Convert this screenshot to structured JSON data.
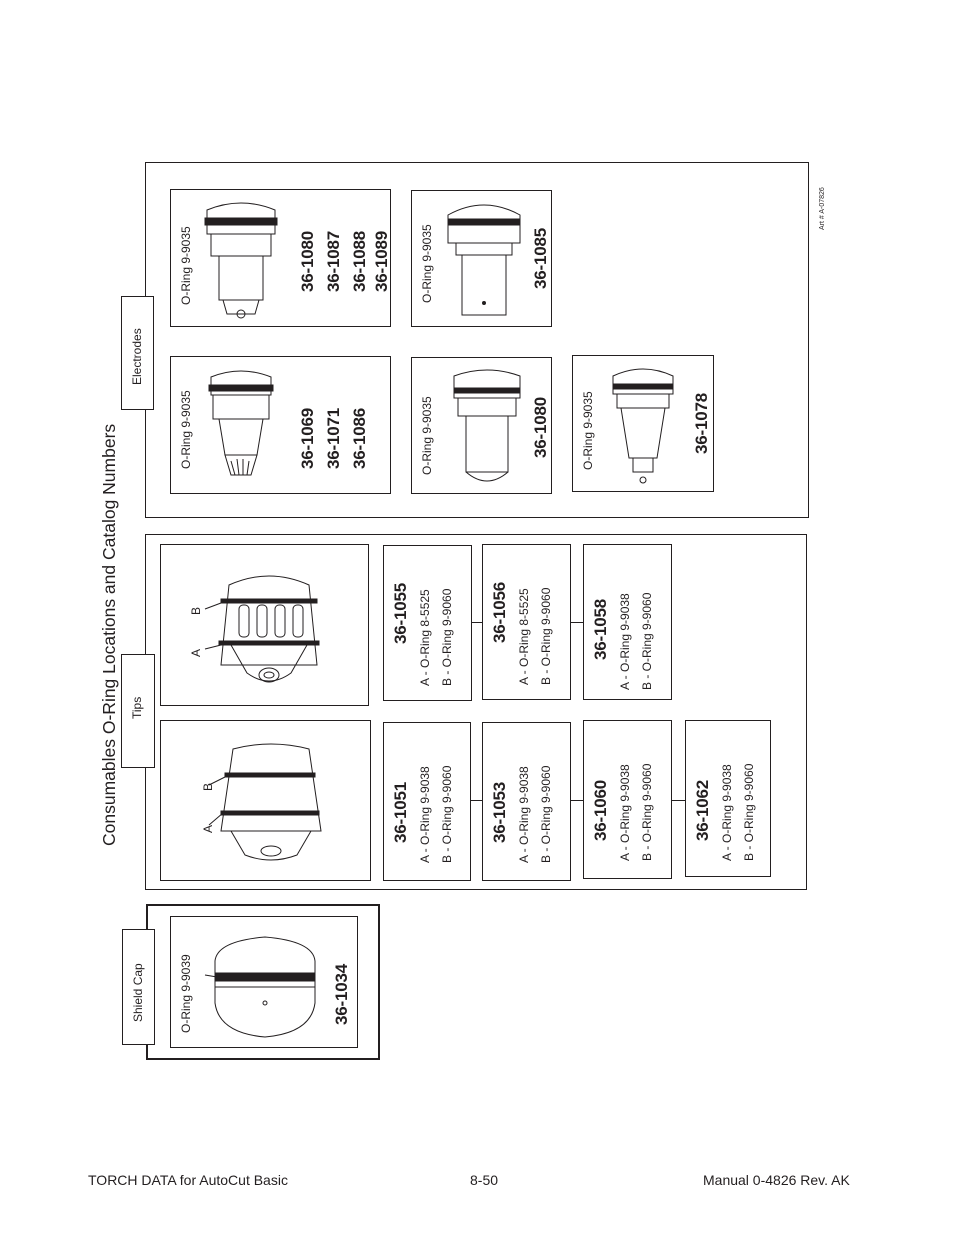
{
  "page": {
    "title": "Consumables O-Ring Locations and Catalog Numbers",
    "art_number": "Art # A-07826"
  },
  "sections": {
    "shield_cap": "Shield Cap",
    "tips": "Tips",
    "electrodes": "Electrodes"
  },
  "shield_cap": {
    "oring": "O-Ring  9-9039",
    "part": "36-1034"
  },
  "tips": {
    "labels": {
      "a": "A",
      "b": "B"
    },
    "left_column": [
      {
        "part": "36-1051",
        "a": "A - O-Ring  9-9038",
        "b": "B - O-Ring  9-9060"
      },
      {
        "part": "36-1053",
        "a": "A - O-Ring 9-9038",
        "b": "B - O-Ring 9-9060"
      },
      {
        "part": "36-1060",
        "a": "A - O-Ring  9-9038",
        "b": "B - O-Ring  9-9060"
      },
      {
        "part": "36-1062",
        "a": "A - O-Ring  9-9038",
        "b": "B - O-Ring  9-9060"
      }
    ],
    "right_column": [
      {
        "part": "36-1055",
        "a": "A - O-Ring  8-5525",
        "b": "B - O-Ring  9-9060"
      },
      {
        "part": "36-1056",
        "a": "A - O-Ring  8-5525",
        "b": "B - O-Ring  9-9060"
      },
      {
        "part": "36-1058",
        "a": "A - O-Ring  9-9038",
        "b": "B - O-Ring  9-9060"
      }
    ]
  },
  "electrodes": {
    "e1": {
      "oring": "O-Ring 9-9035",
      "parts": [
        "36-1069",
        "36-1071",
        "36-1086"
      ]
    },
    "e2": {
      "oring": "O-Ring 9-9035",
      "parts": [
        "36-1080",
        "36-1087",
        "36-1088",
        "36-1089"
      ]
    },
    "e3": {
      "oring": "O-Ring 9-9035",
      "parts": [
        "36-1080"
      ]
    },
    "e4": {
      "oring": "O-Ring 9-9035",
      "parts": [
        "36-1085"
      ]
    },
    "e5": {
      "oring": "O-Ring 9-9035",
      "parts": [
        "36-1078"
      ]
    }
  },
  "footer": {
    "left": "TORCH DATA for AutoCut Basic",
    "center": "8-50",
    "right": "Manual  0-4826 Rev. AK"
  }
}
